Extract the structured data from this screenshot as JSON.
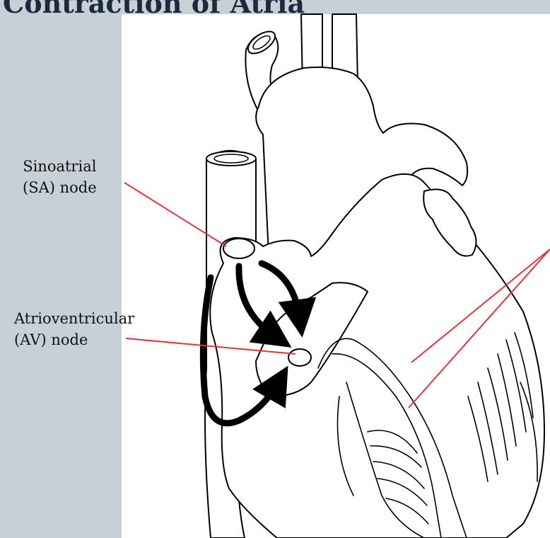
{
  "slide": {
    "title": "Contraction of Atria"
  },
  "labels": {
    "sa_node_line1": "Sinoatrial",
    "sa_node_line2": "(SA) node",
    "av_node_line1": "Atrioventricular",
    "av_node_line2": "(AV) node"
  },
  "colors": {
    "panel": "#c7d0d7",
    "title": "#1d2a3c",
    "leader_lines": "#e8323a",
    "outline": "#000000"
  },
  "icons": {
    "illustration": "heart-conduction-diagram"
  }
}
